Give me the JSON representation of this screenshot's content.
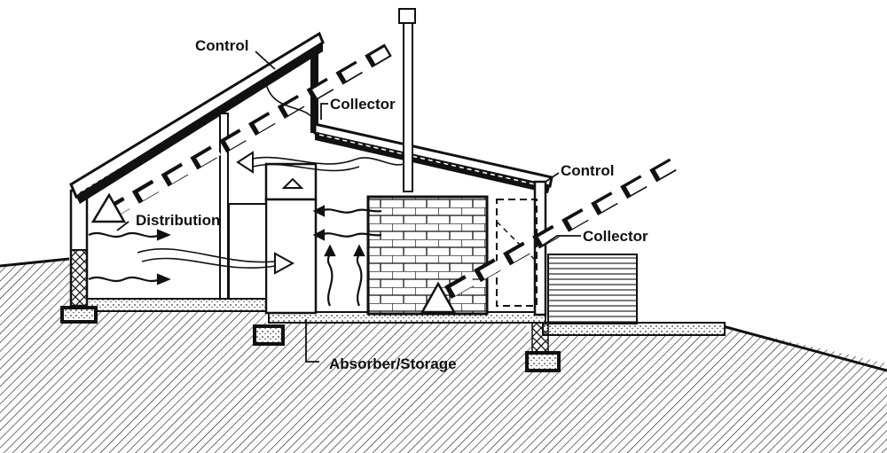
{
  "labels": {
    "control_upper": "Control",
    "collector_upper": "Collector",
    "distribution": "Distribution",
    "control_right": "Control",
    "collector_right": "Collector",
    "absorber_storage": "Absorber/Storage"
  },
  "colors": {
    "ink": "#111111",
    "background": "#ffffff",
    "ground_hatch": "#222222"
  }
}
